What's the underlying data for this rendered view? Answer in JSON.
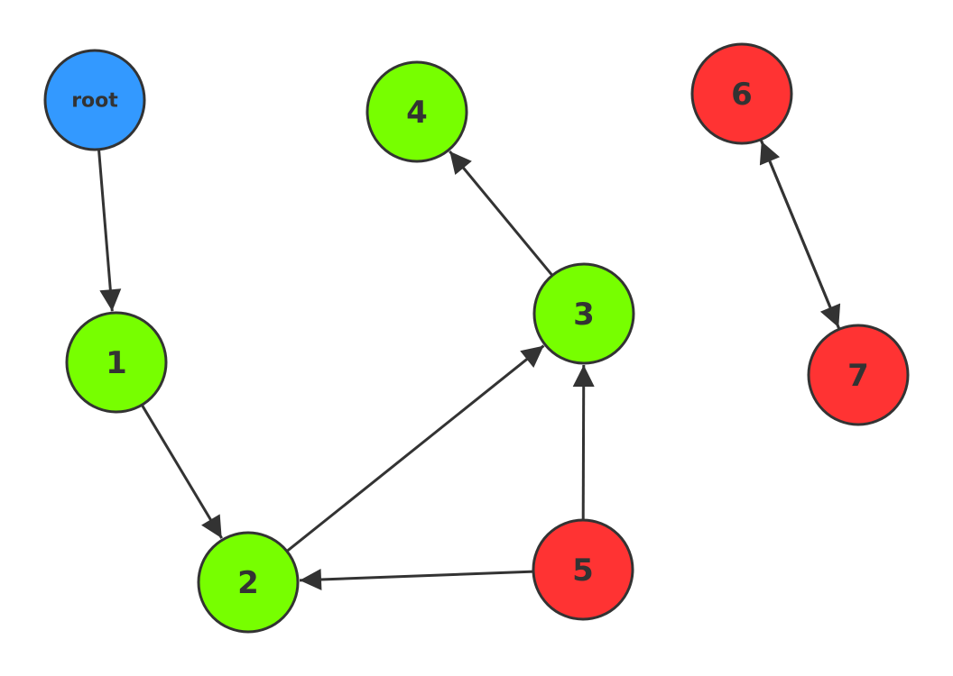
{
  "diagram": {
    "colors": {
      "root": "#3399ff",
      "reachable": "#77ff00",
      "unreachable": "#ff3333",
      "edge": "#333333"
    },
    "nodes": [
      {
        "id": "root",
        "label": "root",
        "status": "root"
      },
      {
        "id": "1",
        "label": "1",
        "status": "reachable"
      },
      {
        "id": "2",
        "label": "2",
        "status": "reachable"
      },
      {
        "id": "3",
        "label": "3",
        "status": "reachable"
      },
      {
        "id": "4",
        "label": "4",
        "status": "reachable"
      },
      {
        "id": "5",
        "label": "5",
        "status": "unreachable"
      },
      {
        "id": "6",
        "label": "6",
        "status": "unreachable"
      },
      {
        "id": "7",
        "label": "7",
        "status": "unreachable"
      }
    ],
    "edges": [
      {
        "from": "root",
        "to": "1"
      },
      {
        "from": "1",
        "to": "2"
      },
      {
        "from": "2",
        "to": "3"
      },
      {
        "from": "3",
        "to": "4"
      },
      {
        "from": "5",
        "to": "2"
      },
      {
        "from": "5",
        "to": "3"
      },
      {
        "from": "6",
        "to": "7"
      },
      {
        "from": "7",
        "to": "6"
      }
    ]
  }
}
